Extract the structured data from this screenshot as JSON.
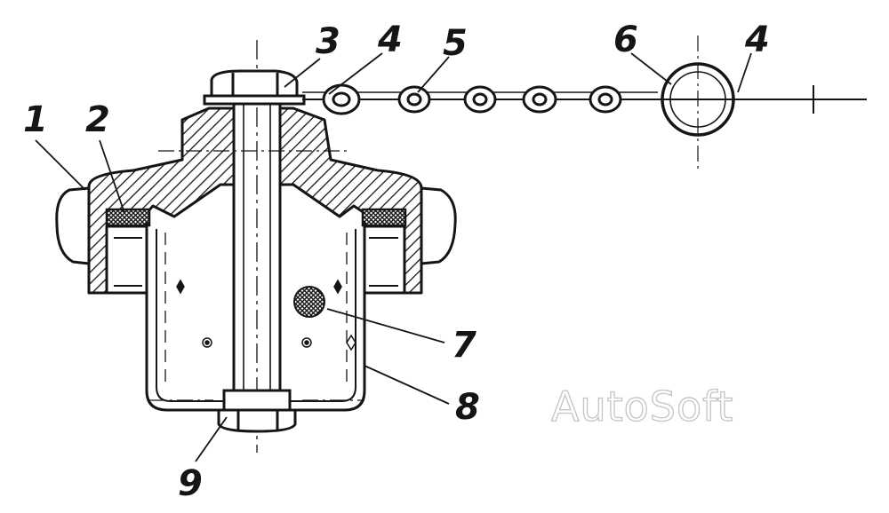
{
  "diagram": {
    "callouts": [
      {
        "id": "c1",
        "label": "1"
      },
      {
        "id": "c2",
        "label": "2"
      },
      {
        "id": "c3",
        "label": "3"
      },
      {
        "id": "c4a",
        "label": "4"
      },
      {
        "id": "c5",
        "label": "5"
      },
      {
        "id": "c6",
        "label": "6"
      },
      {
        "id": "c4b",
        "label": "4"
      },
      {
        "id": "c7",
        "label": "7"
      },
      {
        "id": "c8",
        "label": "8"
      },
      {
        "id": "c9",
        "label": "9"
      }
    ],
    "watermark": "AutoSoft"
  },
  "colors": {
    "ink": "#151515",
    "paper": "#ffffff",
    "watermark_outline": "#c4c4c4"
  }
}
